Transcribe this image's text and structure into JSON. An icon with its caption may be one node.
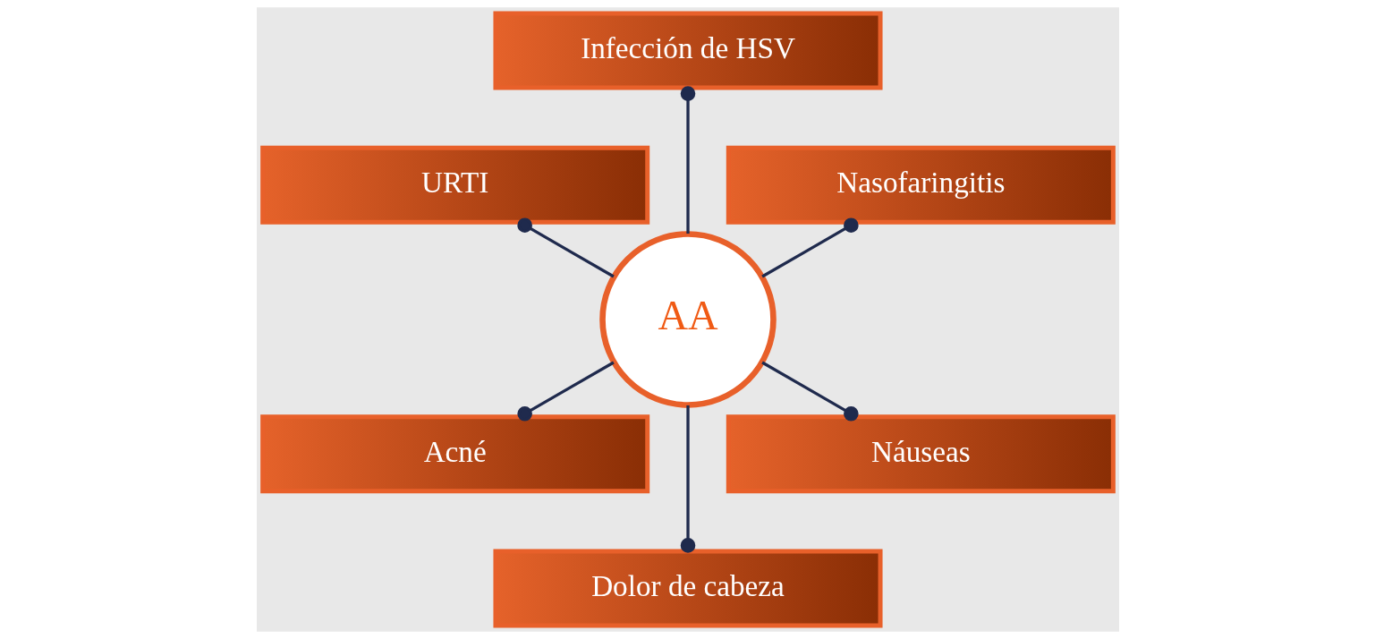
{
  "diagram": {
    "nodes": [
      {
        "text": [
          "Nasofaringitis"
        ]
      },
      {
        "text": [
          "Infección de HSV"
        ]
      },
      {
        "text": [
          "URTI"
        ]
      },
      {
        "text": [
          "AA"
        ]
      },
      {
        "text": [
          "Acné"
        ]
      },
      {
        "text": [
          "Dolor de cabeza"
        ]
      },
      {
        "text": [
          "Náuseas"
        ]
      }
    ],
    "edges": [
      {
        "from": 3,
        "to": 0,
        "arrow": "other"
      },
      {
        "from": 3,
        "to": 1,
        "arrow": "other"
      },
      {
        "from": 3,
        "to": 2,
        "arrow": "other"
      },
      {
        "from": 3,
        "to": 4,
        "arrow": "other"
      },
      {
        "from": 3,
        "to": 5,
        "arrow": "other"
      },
      {
        "from": 3,
        "to": 6,
        "arrow": "other"
      }
    ]
  }
}
